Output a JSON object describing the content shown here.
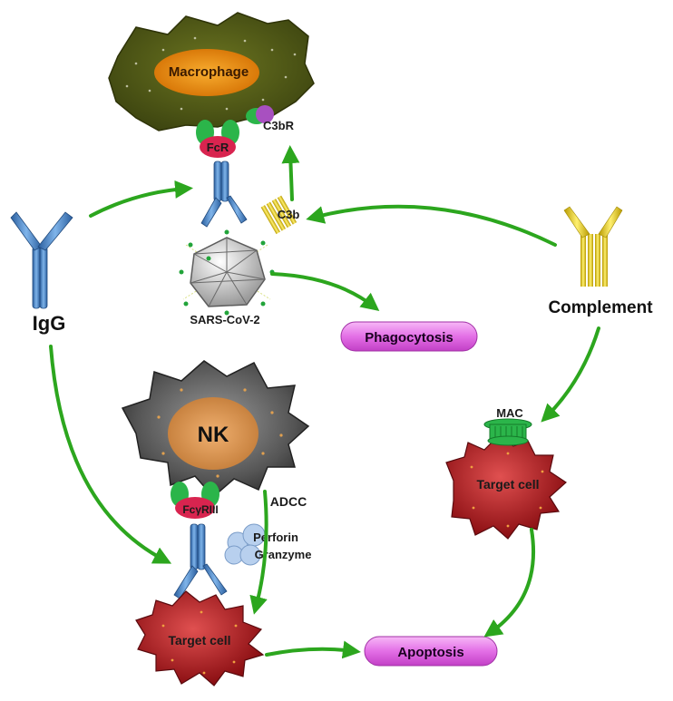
{
  "labels": {
    "macrophage": "Macrophage",
    "fcr": "FcR",
    "c3br": "C3bR",
    "c3b": "C3b",
    "igg": "IgG",
    "sars": "SARS-CoV-2",
    "phagocytosis": "Phagocytosis",
    "complement": "Complement",
    "mac": "MAC",
    "target_cell_right": "Target cell",
    "nk": "NK",
    "fcgriii": "FcγRIII",
    "adcc": "ADCC",
    "perforin": "Perforin",
    "granzyme": "Granzyme",
    "target_cell_bottom": "Target cell",
    "apoptosis": "Apoptosis"
  },
  "colors": {
    "arrow": "#2ca61e",
    "antibody": "#3f7fc4",
    "complement": "#e6c70c",
    "macrophage_body": "#4b5513",
    "macrophage_core": "#e98a0c",
    "nk_body": "#5a5a5a",
    "nk_core": "#d9893a",
    "target_cell": "#b2161c",
    "fc_receptor": "#d8244f",
    "receptor_green": "#2bb54a",
    "c3br": "#a850c0",
    "pill": "#e36fe6"
  }
}
